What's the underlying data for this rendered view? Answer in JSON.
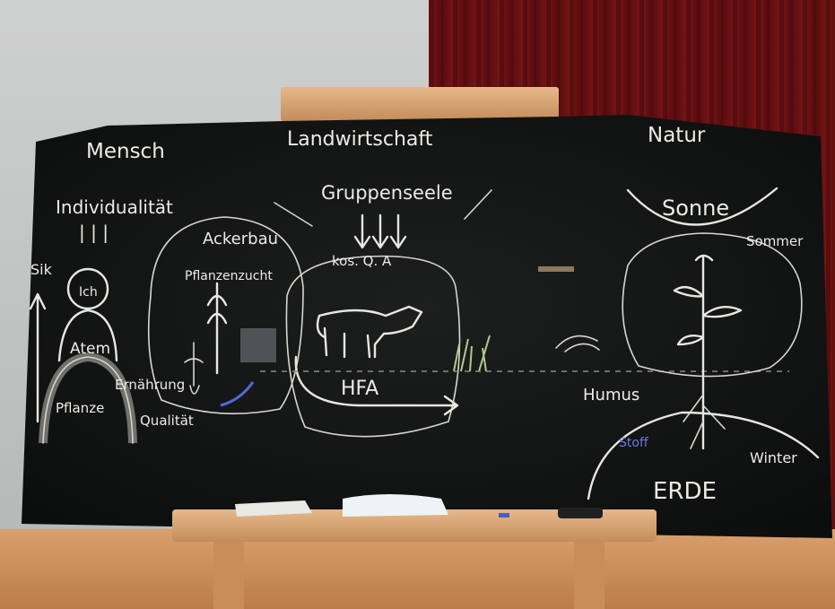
{
  "board": {
    "headings": {
      "left": "Mensch",
      "center": "Landwirtschaft",
      "right": "Natur"
    },
    "mensch": {
      "individualitaet": "Individualität",
      "marks": "| | |",
      "sik": "Sik",
      "ich": "Ich",
      "atem": "Atem",
      "pflanze": "Pflanze",
      "ernaehrung": "Ernährung",
      "qualitaet": "Qualität"
    },
    "landwirtschaft": {
      "gruppenseele": "Gruppenseele",
      "ackerbau": "Ackerbau",
      "pflanzenzucht": "Pflanzenzucht",
      "kosmos": "kos. Q. A",
      "hfa": "HFA"
    },
    "natur": {
      "sonne": "Sonne",
      "sommer": "Sommer",
      "humus": "Humus",
      "erde": "ERDE",
      "winter": "Winter",
      "blue_note": "Stoff"
    }
  }
}
